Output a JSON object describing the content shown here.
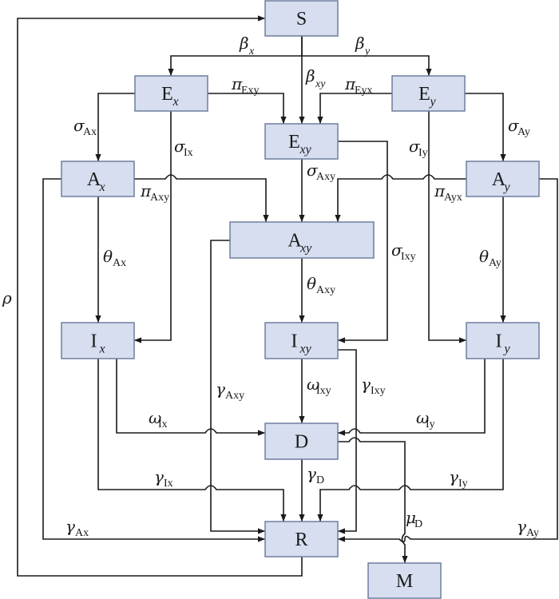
{
  "diagram": {
    "type": "compartmental-flow-diagram",
    "nodes": [
      {
        "id": "S",
        "label": "S",
        "sub": ""
      },
      {
        "id": "Ex",
        "label": "E",
        "sub": "x"
      },
      {
        "id": "Exy",
        "label": "E",
        "sub": "xy"
      },
      {
        "id": "Ey",
        "label": "E",
        "sub": "y"
      },
      {
        "id": "Ax",
        "label": "A",
        "sub": "x"
      },
      {
        "id": "Axy",
        "label": "A",
        "sub": "xy"
      },
      {
        "id": "Ay",
        "label": "A",
        "sub": "y"
      },
      {
        "id": "Ix",
        "label": "I",
        "sub": "x"
      },
      {
        "id": "Ixy",
        "label": "I",
        "sub": "xy"
      },
      {
        "id": "Iy",
        "label": "I",
        "sub": "y"
      },
      {
        "id": "D",
        "label": "D",
        "sub": ""
      },
      {
        "id": "R",
        "label": "R",
        "sub": ""
      },
      {
        "id": "M",
        "label": "M",
        "sub": ""
      }
    ],
    "edges": [
      {
        "from": "S",
        "to": "Ex",
        "symbol": "β",
        "sub": "x",
        "sub_italic": true
      },
      {
        "from": "S",
        "to": "Exy",
        "symbol": "β",
        "sub": "xy",
        "sub_italic": true
      },
      {
        "from": "S",
        "to": "Ey",
        "symbol": "β",
        "sub": "y",
        "sub_italic": true
      },
      {
        "from": "Ex",
        "to": "Exy",
        "symbol": "π",
        "sub": "Exy",
        "sub_italic": false
      },
      {
        "from": "Ey",
        "to": "Exy",
        "symbol": "π",
        "sub": "Eyx",
        "sub_italic": false
      },
      {
        "from": "Ex",
        "to": "Ax",
        "symbol": "σ",
        "sub": "Ax",
        "sub_italic": false
      },
      {
        "from": "Ex",
        "to": "Ix",
        "symbol": "σ",
        "sub": "Ix",
        "sub_italic": false
      },
      {
        "from": "Exy",
        "to": "Axy",
        "symbol": "σ",
        "sub": "Axy",
        "sub_italic": false
      },
      {
        "from": "Exy",
        "to": "Ixy",
        "symbol": "σ",
        "sub": "Ixy",
        "sub_italic": false
      },
      {
        "from": "Ey",
        "to": "Ay",
        "symbol": "σ",
        "sub": "Ay",
        "sub_italic": false
      },
      {
        "from": "Ey",
        "to": "Iy",
        "symbol": "σ",
        "sub": "Iy",
        "sub_italic": false
      },
      {
        "from": "Ax",
        "to": "Axy",
        "symbol": "π",
        "sub": "Axy",
        "sub_italic": false
      },
      {
        "from": "Ay",
        "to": "Axy",
        "symbol": "π",
        "sub": "Ayx",
        "sub_italic": false
      },
      {
        "from": "Ax",
        "to": "Ix",
        "symbol": "θ",
        "sub": "Ax",
        "sub_italic": false
      },
      {
        "from": "Axy",
        "to": "Ixy",
        "symbol": "θ",
        "sub": "Axy",
        "sub_italic": false
      },
      {
        "from": "Ay",
        "to": "Iy",
        "symbol": "θ",
        "sub": "Ay",
        "sub_italic": false
      },
      {
        "from": "Ix",
        "to": "D",
        "symbol": "ω",
        "sub": "Ix",
        "sub_italic": false
      },
      {
        "from": "Ixy",
        "to": "D",
        "symbol": "ω",
        "sub": "Ixy",
        "sub_italic": false
      },
      {
        "from": "Iy",
        "to": "D",
        "symbol": "ω",
        "sub": "Iy",
        "sub_italic": false
      },
      {
        "from": "Ix",
        "to": "R",
        "symbol": "γ",
        "sub": "Ix",
        "sub_italic": false
      },
      {
        "from": "Ixy",
        "to": "R",
        "symbol": "γ",
        "sub": "Ixy",
        "sub_italic": false
      },
      {
        "from": "Iy",
        "to": "R",
        "symbol": "γ",
        "sub": "Iy",
        "sub_italic": false
      },
      {
        "from": "Ax",
        "to": "R",
        "symbol": "γ",
        "sub": "Ax",
        "sub_italic": false
      },
      {
        "from": "Axy",
        "to": "R",
        "symbol": "γ",
        "sub": "Axy",
        "sub_italic": false
      },
      {
        "from": "Ay",
        "to": "R",
        "symbol": "γ",
        "sub": "Ay",
        "sub_italic": false
      },
      {
        "from": "D",
        "to": "R",
        "symbol": "γ",
        "sub": "D",
        "sub_italic": false
      },
      {
        "from": "D",
        "to": "M",
        "symbol": "μ",
        "sub": "D",
        "sub_italic": false
      },
      {
        "from": "R",
        "to": "S",
        "symbol": "ρ",
        "sub": "",
        "sub_italic": false
      }
    ]
  }
}
